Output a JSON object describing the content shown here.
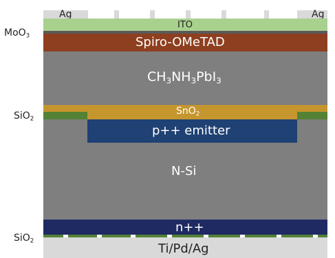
{
  "labels": {
    "ag_left": "Ag",
    "ag_right": "Ag",
    "ito": "ITO",
    "moo3": {
      "base": "MoO",
      "sub": "3"
    },
    "spiro": "Spiro-OMeTAD",
    "perovskite": {
      "p1": "CH",
      "s1": "3",
      "p2": "NH",
      "s2": "3",
      "p3": "PbI",
      "s3": "3"
    },
    "sio2_top": {
      "base": "SiO",
      "sub": "2"
    },
    "sno2": {
      "base": "SnO",
      "sub": "2"
    },
    "emitter": "p++ emitter",
    "nsi": "N-Si",
    "npp": "n++",
    "sio2_bottom": {
      "base": "SiO",
      "sub": "2"
    },
    "back": "Ti/Pd/Ag"
  },
  "colors": {
    "ag": "#d9d9d9",
    "ito": "#a9d18e",
    "moo3": "#5a5a5a",
    "spiro": "#8e3f1f",
    "perovskite": "#7f7f7f",
    "sno2": "#c6962e",
    "sio2": "#548235",
    "emitter": "#1f4173",
    "silicon": "#7f7f7f",
    "npp": "#1f2a63",
    "back_contact": "#d9d9d9"
  }
}
